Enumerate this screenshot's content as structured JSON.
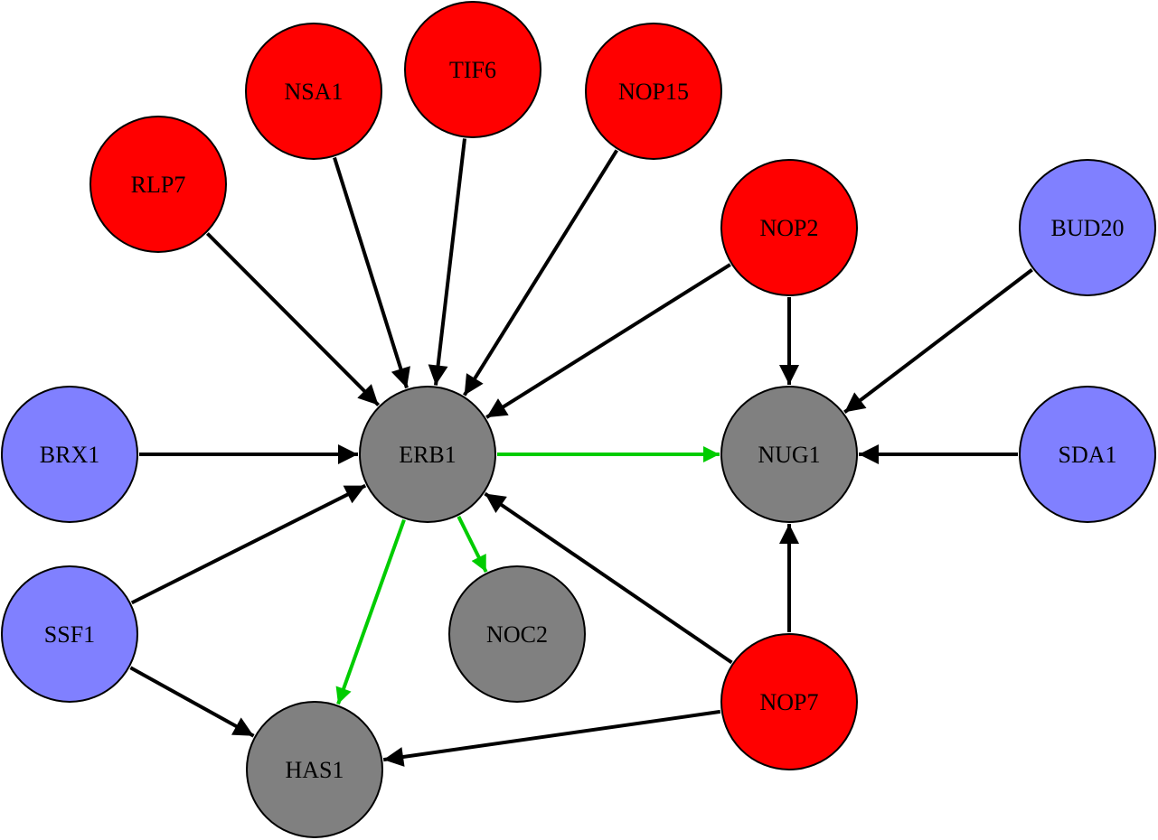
{
  "colors": {
    "red_node": "#ff0000",
    "blue_node": "#8080ff",
    "gray_node": "#808080",
    "black_edge": "#000000",
    "green_edge": "#00cc00"
  },
  "nodes": [
    {
      "id": "ERB1",
      "label": "ERB1",
      "group": "gray"
    },
    {
      "id": "NUG1",
      "label": "NUG1",
      "group": "gray"
    },
    {
      "id": "NOC2",
      "label": "NOC2",
      "group": "gray"
    },
    {
      "id": "HAS1",
      "label": "HAS1",
      "group": "gray"
    },
    {
      "id": "RLP7",
      "label": "RLP7",
      "group": "red"
    },
    {
      "id": "NSA1",
      "label": "NSA1",
      "group": "red"
    },
    {
      "id": "TIF6",
      "label": "TIF6",
      "group": "red"
    },
    {
      "id": "NOP15",
      "label": "NOP15",
      "group": "red"
    },
    {
      "id": "NOP2",
      "label": "NOP2",
      "group": "red"
    },
    {
      "id": "NOP7",
      "label": "NOP7",
      "group": "red"
    },
    {
      "id": "BUD20",
      "label": "BUD20",
      "group": "blue"
    },
    {
      "id": "SDA1",
      "label": "SDA1",
      "group": "blue"
    },
    {
      "id": "BRX1",
      "label": "BRX1",
      "group": "blue"
    },
    {
      "id": "SSF1",
      "label": "SSF1",
      "group": "blue"
    }
  ],
  "edges": [
    {
      "from": "RLP7",
      "to": "ERB1",
      "color": "black"
    },
    {
      "from": "NSA1",
      "to": "ERB1",
      "color": "black"
    },
    {
      "from": "TIF6",
      "to": "ERB1",
      "color": "black"
    },
    {
      "from": "NOP15",
      "to": "ERB1",
      "color": "black"
    },
    {
      "from": "NOP2",
      "to": "ERB1",
      "color": "black"
    },
    {
      "from": "NOP2",
      "to": "NUG1",
      "color": "black"
    },
    {
      "from": "BUD20",
      "to": "NUG1",
      "color": "black"
    },
    {
      "from": "SDA1",
      "to": "NUG1",
      "color": "black"
    },
    {
      "from": "BRX1",
      "to": "ERB1",
      "color": "black"
    },
    {
      "from": "SSF1",
      "to": "ERB1",
      "color": "black"
    },
    {
      "from": "SSF1",
      "to": "HAS1",
      "color": "black"
    },
    {
      "from": "NOP7",
      "to": "ERB1",
      "color": "black"
    },
    {
      "from": "NOP7",
      "to": "NUG1",
      "color": "black"
    },
    {
      "from": "NOP7",
      "to": "HAS1",
      "color": "black"
    },
    {
      "from": "ERB1",
      "to": "NUG1",
      "color": "green"
    },
    {
      "from": "ERB1",
      "to": "NOC2",
      "color": "green"
    },
    {
      "from": "ERB1",
      "to": "HAS1",
      "color": "green"
    }
  ]
}
